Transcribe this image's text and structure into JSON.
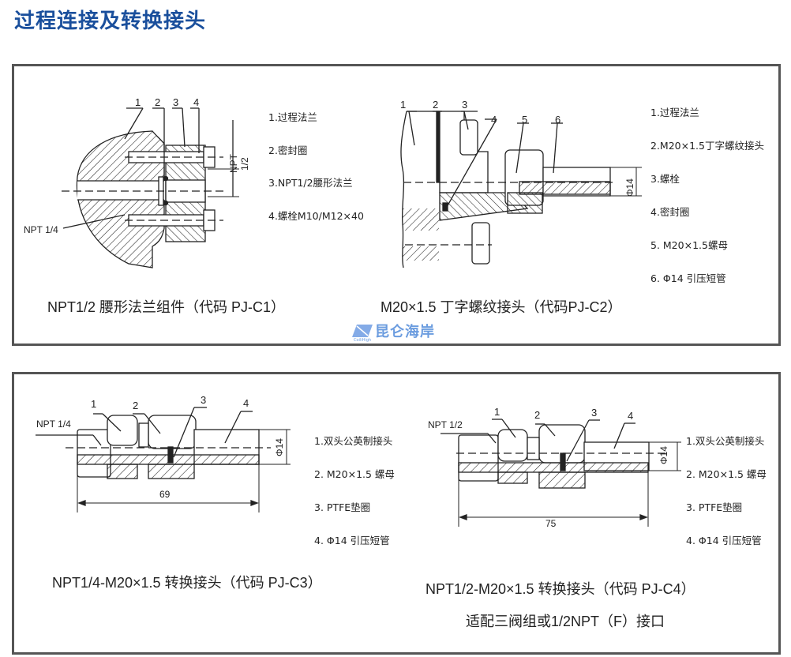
{
  "page": {
    "title": "过程连接及转换接头",
    "colors": {
      "title": "#1a4f9c",
      "border": "#555555",
      "watermark": "#3a7bd5"
    }
  },
  "panel1": {
    "fig1": {
      "callouts": [
        "1",
        "2",
        "3",
        "4"
      ],
      "labels": {
        "npt_half_a": "NPT",
        "npt_half_b": "1/2",
        "npt_quarter": "NPT 1/4"
      },
      "legend": [
        "1.过程法兰",
        "2.密封圈",
        "3.NPT1/2腰形法兰",
        "4.螺栓M10/M12×40"
      ],
      "caption": "NPT1/2 腰形法兰组件（代码 PJ-C1）"
    },
    "fig2": {
      "callouts": [
        "1",
        "2",
        "3",
        "4",
        "5",
        "6"
      ],
      "labels": {
        "phi14": "Φ14"
      },
      "legend": [
        "1.过程法兰",
        "2.M20×1.5丁字螺纹接头",
        "3.螺栓",
        "4.密封圈",
        "5. M20×1.5螺母",
        "6.  Φ14 引压短管"
      ],
      "caption": "M20×1.5  丁字螺纹接头（代码PJ-C2）"
    },
    "watermark": {
      "text": "昆仑海岸",
      "sub": "CoiliHigh"
    }
  },
  "panel2": {
    "fig3": {
      "callouts": [
        "1",
        "2",
        "3",
        "4"
      ],
      "labels": {
        "npt": "NPT 1/4",
        "phi14": "Φ14",
        "length": "69"
      },
      "legend": [
        "1.双头公英制接头",
        "2. M20×1.5  螺母",
        "3. PTFE垫圈",
        "4. Φ14 引压短管"
      ],
      "caption": "NPT1/4-M20×1.5 转换接头（代码 PJ-C3）"
    },
    "fig4": {
      "callouts": [
        "1",
        "2",
        "3",
        "4"
      ],
      "labels": {
        "npt": "NPT 1/2",
        "phi14": "Φ14",
        "length": "75"
      },
      "legend": [
        "1.双头公英制接头",
        "2. M20×1.5  螺母",
        "3. PTFE垫圈",
        "4. Φ14 引压短管"
      ],
      "caption": "NPT1/2-M20×1.5 转换接头（代码 PJ-C4）",
      "subcaption": "适配三阀组或1/2NPT（F）接口"
    }
  }
}
